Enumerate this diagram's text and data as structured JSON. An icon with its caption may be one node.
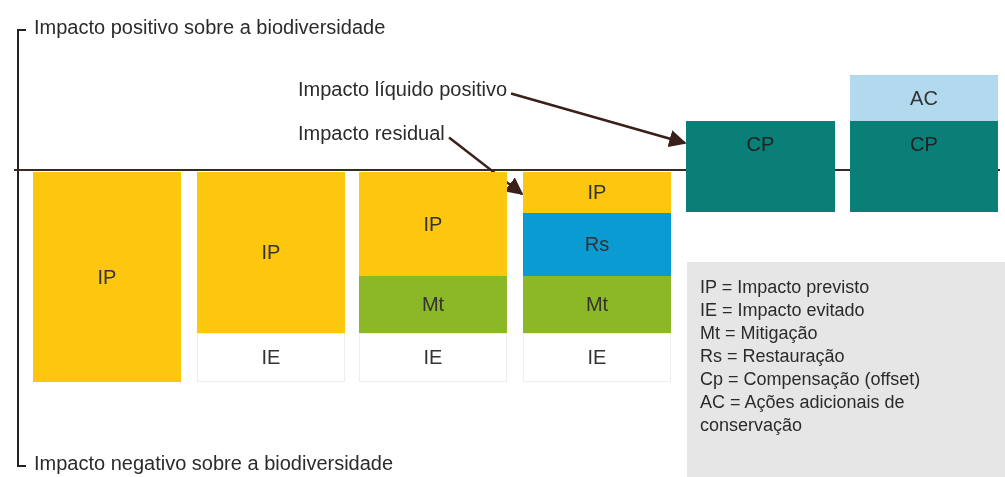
{
  "diagram": {
    "nodes": [
      {
        "text": [
          "Impacto líquido positivo"
        ]
      },
      {
        "text": [
          "Impacto residual"
        ]
      },
      {
        "text": [
          "IP"
        ]
      },
      {
        "text": [
          "IP"
        ]
      },
      {
        "text": [
          "IE"
        ]
      },
      {
        "text": [
          "IP"
        ]
      },
      {
        "text": [
          "Mt"
        ]
      },
      {
        "text": [
          "IE"
        ]
      },
      {
        "text": [
          "IP"
        ]
      },
      {
        "text": [
          "Rs"
        ]
      },
      {
        "text": [
          "Mt"
        ]
      },
      {
        "text": [
          "IE"
        ]
      },
      {
        "text": [
          "CP"
        ]
      },
      {
        "text": [
          "AC"
        ]
      },
      {
        "text": [
          "CP"
        ]
      }
    ],
    "edges": [
      {
        "from": 0,
        "to": 12,
        "arrow": "to"
      },
      {
        "from": 1,
        "to": 8,
        "arrow": "to"
      }
    ],
    "labels": [
      "Impacto positivo sobre a biodiversidade",
      "Impacto negativo sobre a biodiversidade",
      "IP = Impacto previsto",
      "IE = Impacto evitado",
      "Mt = Mitigação",
      "Rs = Restauração",
      "Cp = Compensação (offset)",
      "AC = Ações adicionais de conservação"
    ]
  }
}
